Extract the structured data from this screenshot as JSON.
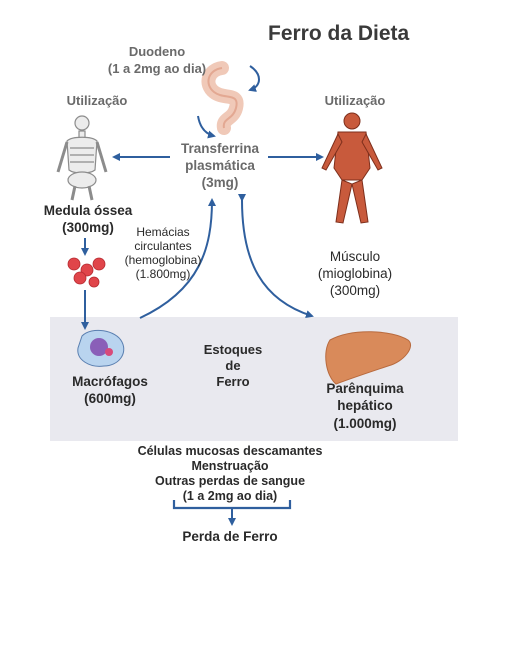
{
  "title": "Ferro da Dieta",
  "duodeno": {
    "name": "Duodeno",
    "amount": "(1 a 2mg ao dia)"
  },
  "utilizacao_left": "Utilização",
  "utilizacao_right": "Utilização",
  "transferrina": {
    "line1": "Transferrina",
    "line2": "plasmática",
    "line3": "(3mg)"
  },
  "medula": {
    "line1": "Medula óssea",
    "line2": "(300mg)"
  },
  "hemacias": {
    "line1": "Hemácias",
    "line2": "circulantes",
    "line3": "(hemoglobina)",
    "line4": "(1.800mg)"
  },
  "musculo": {
    "line1": "Músculo",
    "line2": "(mioglobina)",
    "line3": "(300mg)"
  },
  "estoques": {
    "line1": "Estoques",
    "line2": "de",
    "line3": "Ferro"
  },
  "macrofagos": {
    "line1": "Macrófagos",
    "line2": "(600mg)"
  },
  "parenquima": {
    "line1": "Parênquima",
    "line2": "hepático",
    "line3": "(1.000mg)"
  },
  "losses": {
    "line1": "Células mucosas descamantes",
    "line2": "Menstruação",
    "line3": "Outras perdas de sangue",
    "line4": "(1 a 2mg ao dia)"
  },
  "perda": "Perda de Ferro",
  "colors": {
    "arrow": "#2f5f9e",
    "stores_band": "#e9e9ef",
    "liver": "#d98a5a",
    "muscle": "#c85a3c",
    "red_cells": "#e0454a",
    "duodenum": "#f0c9b8"
  }
}
